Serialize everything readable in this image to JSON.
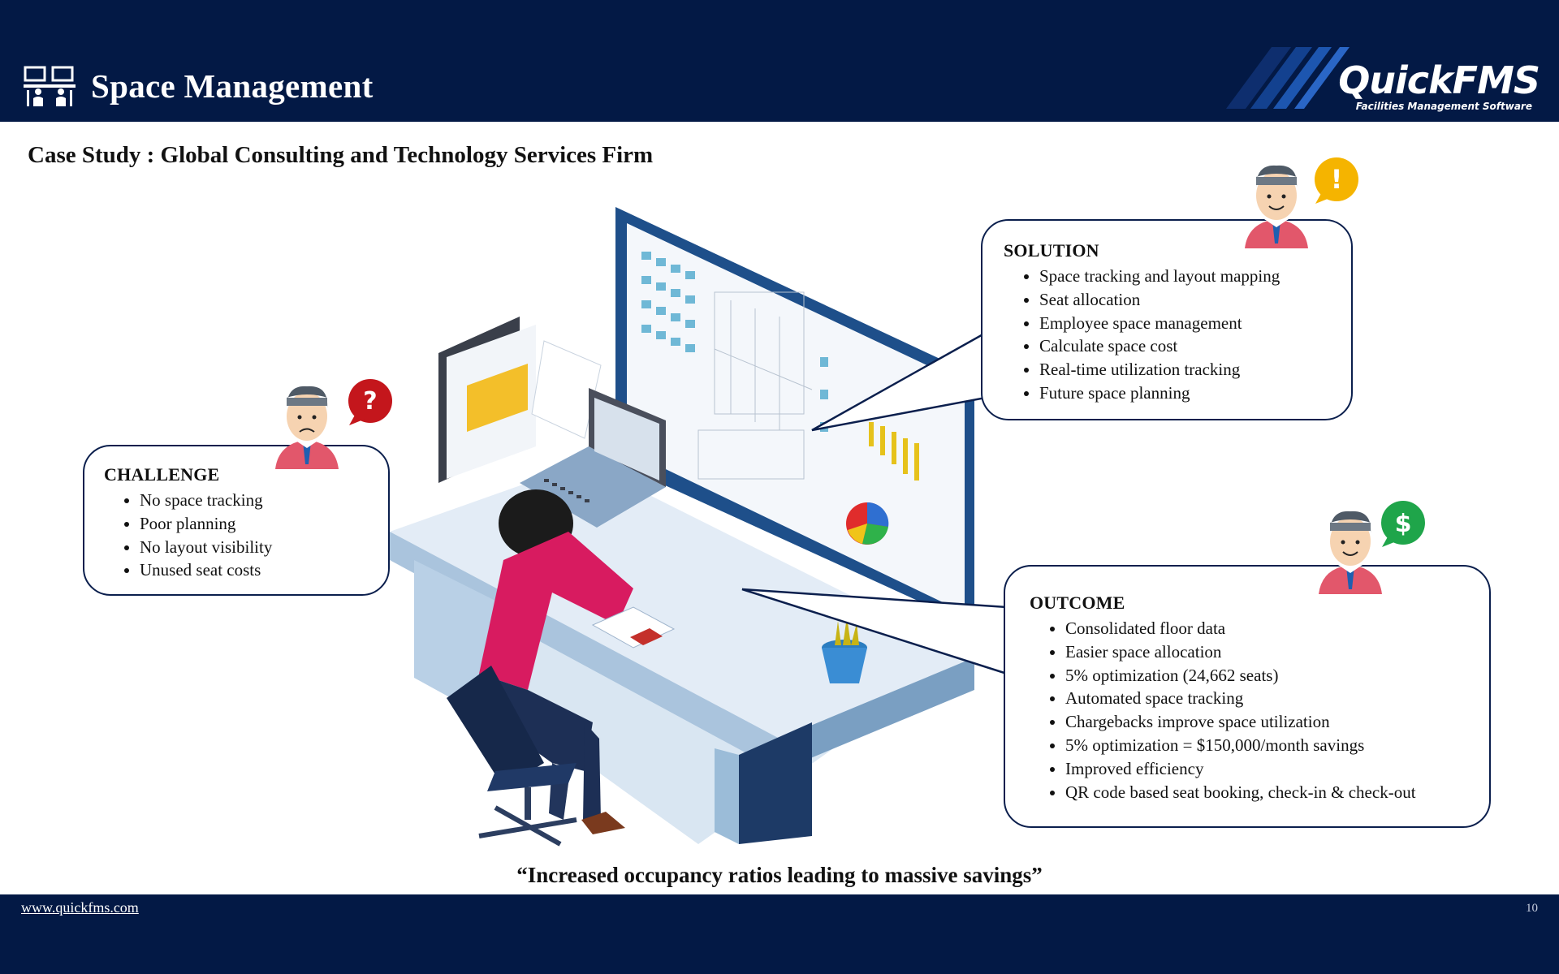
{
  "header": {
    "title": "Space Management",
    "logo_name": "QuickFMS",
    "logo_tagline": "Facilities Management Software"
  },
  "case_title": "Case Study : Global Consulting and Technology Services Firm",
  "challenge": {
    "heading": "CHALLENGE",
    "items": [
      "No space tracking",
      "Poor planning",
      "No layout visibility",
      "Unused seat costs"
    ]
  },
  "solution": {
    "heading": "SOLUTION",
    "items": [
      "Space tracking and layout mapping",
      "Seat allocation",
      "Employee space management",
      "Calculate space cost",
      "Real-time utilization tracking",
      "Future space planning"
    ]
  },
  "outcome": {
    "heading": "OUTCOME",
    "items": [
      "Consolidated floor data",
      "Easier space allocation",
      "5% optimization (24,662 seats)",
      "Automated space tracking",
      "Chargebacks improve space utilization",
      "5% optimization = $150,000/month savings",
      "Improved efficiency",
      "QR code based seat booking, check-in & check-out"
    ]
  },
  "bubbles": {
    "challenge": "?",
    "solution": "!",
    "outcome": "$"
  },
  "quote": "“Increased occupancy ratios leading to massive savings”",
  "footer": {
    "website": "www.quickfms.com",
    "page_number": "10"
  },
  "icons": {
    "title": "seating-people-icon",
    "challenge_avatar": "sad-person-icon",
    "solution_avatar": "smiling-person-icon",
    "outcome_avatar": "smiling-person-icon"
  },
  "colors": {
    "navy": "#031945",
    "question_red": "#c4161c",
    "exclaim_yellow": "#f5b400",
    "dollar_green": "#1fa54a",
    "shirt_pink": "#d81b60"
  }
}
